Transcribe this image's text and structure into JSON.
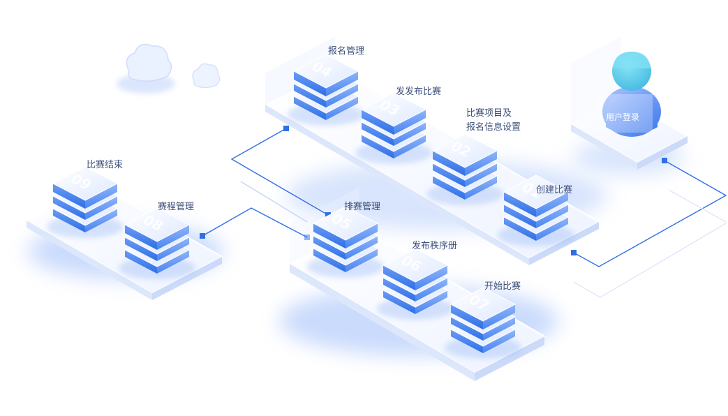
{
  "colors": {
    "accent": "#2f6fe6",
    "block_top": "#e8f0ff",
    "block_side": "#4a86f0",
    "platform": "#f5f8ff",
    "line": "#2f6fe6",
    "user_head": "#5fd3ee"
  },
  "user": {
    "label": "用户登录",
    "icon": "user-icon"
  },
  "steps": [
    {
      "num": "01",
      "label": [
        "创建比赛"
      ]
    },
    {
      "num": "02",
      "label": [
        "比赛项目及",
        "报名信息设置"
      ]
    },
    {
      "num": "03",
      "label": [
        "发发布比赛"
      ]
    },
    {
      "num": "04",
      "label": [
        "报名管理"
      ]
    },
    {
      "num": "05",
      "label": [
        "排赛管理"
      ]
    },
    {
      "num": "06",
      "label": [
        "发布秩序册"
      ]
    },
    {
      "num": "07",
      "label": [
        "开始比赛"
      ]
    },
    {
      "num": "08",
      "label": [
        "赛程管理"
      ]
    },
    {
      "num": "09",
      "label": [
        "比赛结束"
      ]
    }
  ],
  "decor": {
    "cloud_icons": [
      "cloud-icon",
      "cloud-icon"
    ]
  }
}
